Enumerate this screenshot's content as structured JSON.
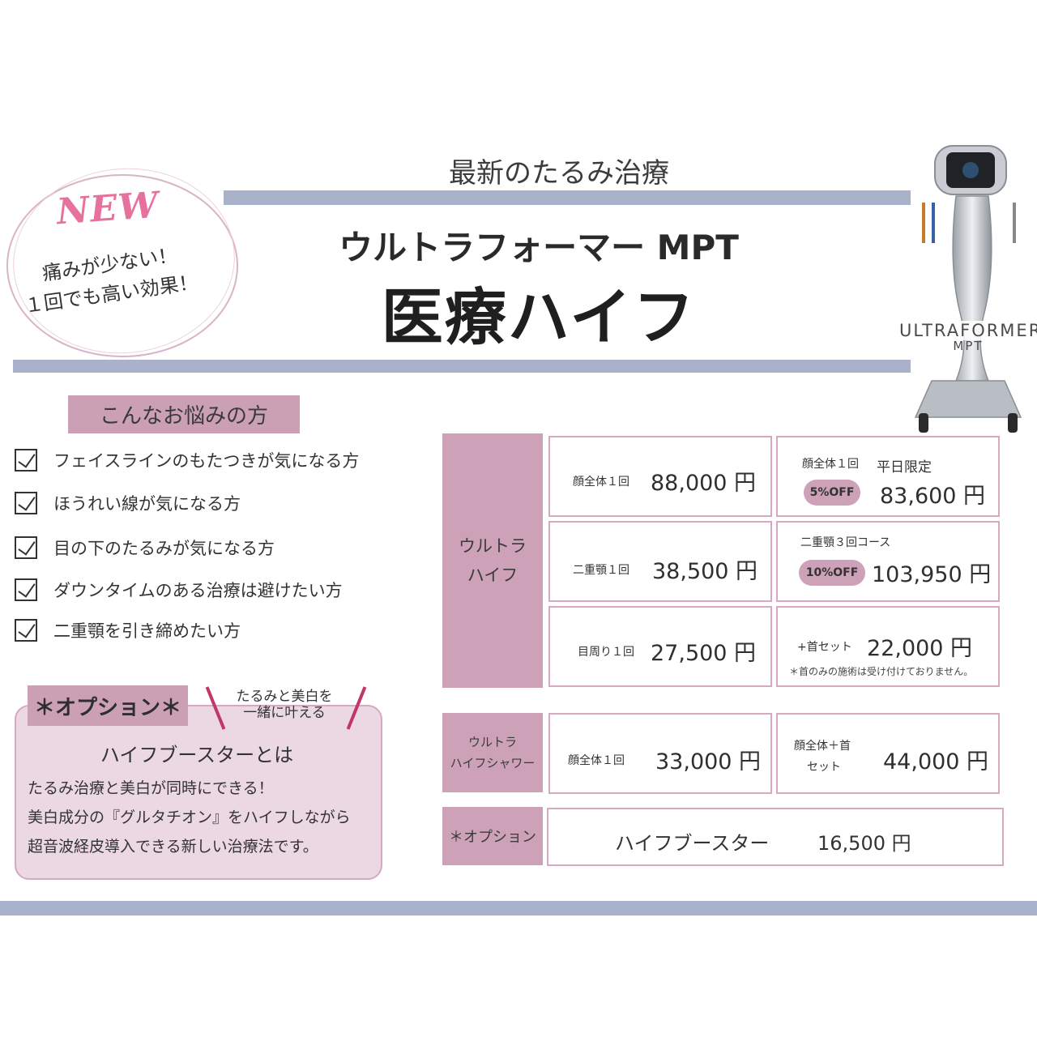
{
  "header": {
    "subtitle": "最新のたるみ治療",
    "product_name": "ウルトラフォーマー MPT",
    "main_title": "医療ハイフ"
  },
  "badge_new": {
    "label": "NEW",
    "line1": "痛みが少ない！",
    "line2": "１回でも高い効果！"
  },
  "machine": {
    "brand": "ULTRAFORMER",
    "model": "MPT"
  },
  "concerns": {
    "header": "こんなお悩みの方",
    "items": [
      "フェイスラインのもたつきが気になる方",
      "ほうれい線が気になる方",
      "目の下のたるみが気になる方",
      "ダウンタイムのある治療は避けたい方",
      "二重顎を引き締めたい方"
    ]
  },
  "option": {
    "tag": "＊オプション＊",
    "tagline_1": "たるみと美白を",
    "tagline_2": "一緒に叶える",
    "title": "ハイフブースターとは",
    "desc": [
      "たるみ治療と美白が同時にできる！",
      "美白成分の『グルタチオン』をハイフしながら",
      "超音波経皮導入できる新しい治療法です。"
    ]
  },
  "pricing": {
    "ultra": {
      "category_1": "ウルトラ",
      "category_2": "ハイフ",
      "rows": [
        {
          "label": "顔全体１回",
          "price": "88,000 円",
          "alt_label": "顔全体１回",
          "alt_extra": "平日限定",
          "alt_badge": "5%OFF",
          "alt_price": "83,600 円"
        },
        {
          "label": "二重顎１回",
          "price": "38,500 円",
          "alt_label": "二重顎３回コース",
          "alt_badge": "10%OFF",
          "alt_price": "103,950 円"
        },
        {
          "label": "目周り１回",
          "price": "27,500 円",
          "alt_label": "+首セット",
          "alt_price": "22,000 円",
          "alt_note": "＊首のみの施術は受け付けておりません。"
        }
      ]
    },
    "shower": {
      "category_1": "ウルトラ",
      "category_2": "ハイフシャワー",
      "label": "顔全体１回",
      "price": "33,000 円",
      "alt_label_1": "顔全体＋首",
      "alt_label_2": "セット",
      "alt_price": "44,000 円"
    },
    "booster": {
      "category": "＊オプション",
      "name": "ハイフブースター",
      "price": "16,500 円"
    }
  },
  "colors": {
    "accent_pink": "#cda2b8",
    "bar_blue": "#a9b2ca",
    "slash_magenta": "#c2356b",
    "new_pink": "#e6719c"
  }
}
